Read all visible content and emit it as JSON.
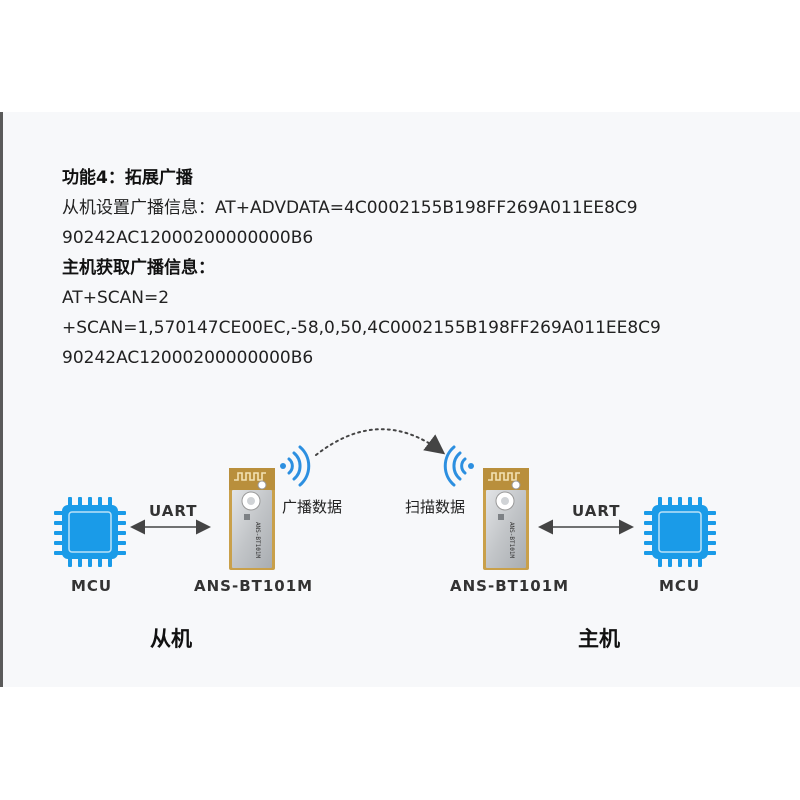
{
  "text": {
    "line1": "功能4：拓展广播",
    "line2": "从机设置广播信息：AT+ADVDATA=4C0002155B198FF269A011EE8C9",
    "line3": "90242AC12000200000000B6",
    "line4": "主机获取广播信息：",
    "line5": "AT+SCAN=2",
    "line6": "+SCAN=1,570147CE00EC,-58,0,50,4C0002155B198FF269A011EE8C9",
    "line7": "90242AC12000200000000B6"
  },
  "diagram": {
    "left_mcu_label": "MCU",
    "left_uart_label": "UART",
    "left_module_label": "ANS-BT101M",
    "left_flow_label": "广播数据",
    "left_role_label": "从机",
    "right_mcu_label": "MCU",
    "right_uart_label": "UART",
    "right_module_label": "ANS-BT101M",
    "right_flow_label": "扫描数据",
    "right_role_label": "主机",
    "module_chip_text": "ANS-BT101M",
    "colors": {
      "chip_blue": "#1a9be8",
      "signal_blue": "#2c8fe0",
      "pcb_gold": "#c9a04a",
      "shield_gray": "#c6c9cc",
      "arrow_gray": "#444444"
    }
  }
}
